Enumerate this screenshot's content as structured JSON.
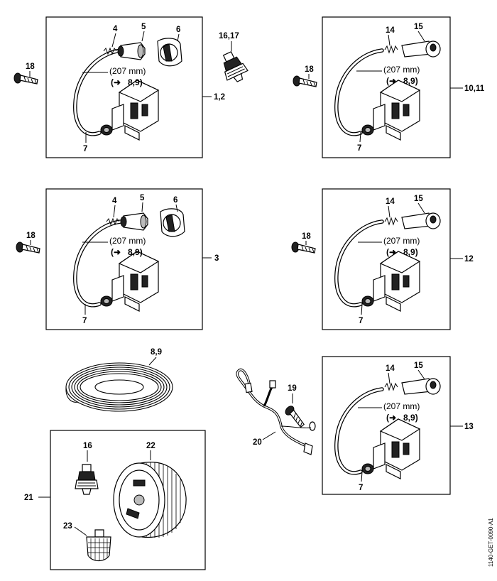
{
  "hose_note": {
    "length": "(207 mm)",
    "ref_arrow": "➜",
    "ref": "8,9"
  },
  "labels": {
    "p4": "4",
    "p5": "5",
    "p6": "6",
    "p7": "7",
    "p8_9": "8,9",
    "p12": "12",
    "p13": "13",
    "p14": "14",
    "p15": "15",
    "p16": "16",
    "p16_17": "16,17",
    "p18": "18",
    "p19": "19",
    "p20": "20",
    "p21": "21",
    "p22": "22",
    "p23": "23",
    "g1_2": "1,2",
    "g3": "3",
    "g10_11": "10,11"
  },
  "drawing_code": "1140-GET-0090-A1"
}
